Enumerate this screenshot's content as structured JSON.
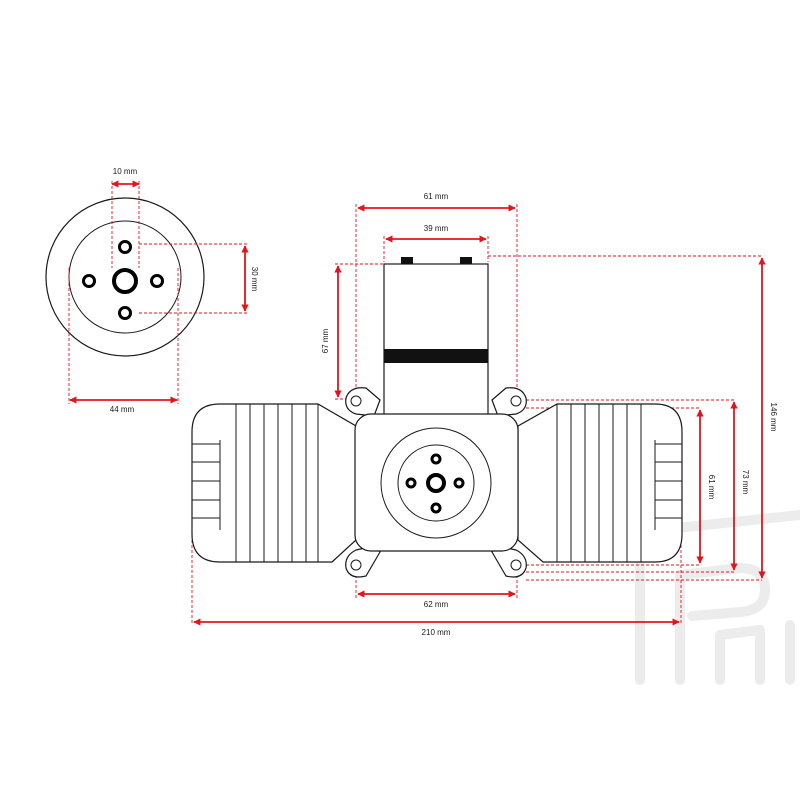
{
  "colors": {
    "dimension": "#e3141b",
    "outline": "#1a1a1a",
    "watermark": "#ececec"
  },
  "dimensions": {
    "hub_hole": "10 mm",
    "bolt_spacing": "30 mm",
    "front_diameter": "44 mm",
    "carburetor_width": "61 mm",
    "carburetor_inner": "39 mm",
    "carburetor_height": "67 mm",
    "total_height": "146 mm",
    "mount_pitch": "61 mm",
    "mount_width": "73 mm",
    "crankcase_width": "62 mm",
    "total_width": "210 mm"
  }
}
